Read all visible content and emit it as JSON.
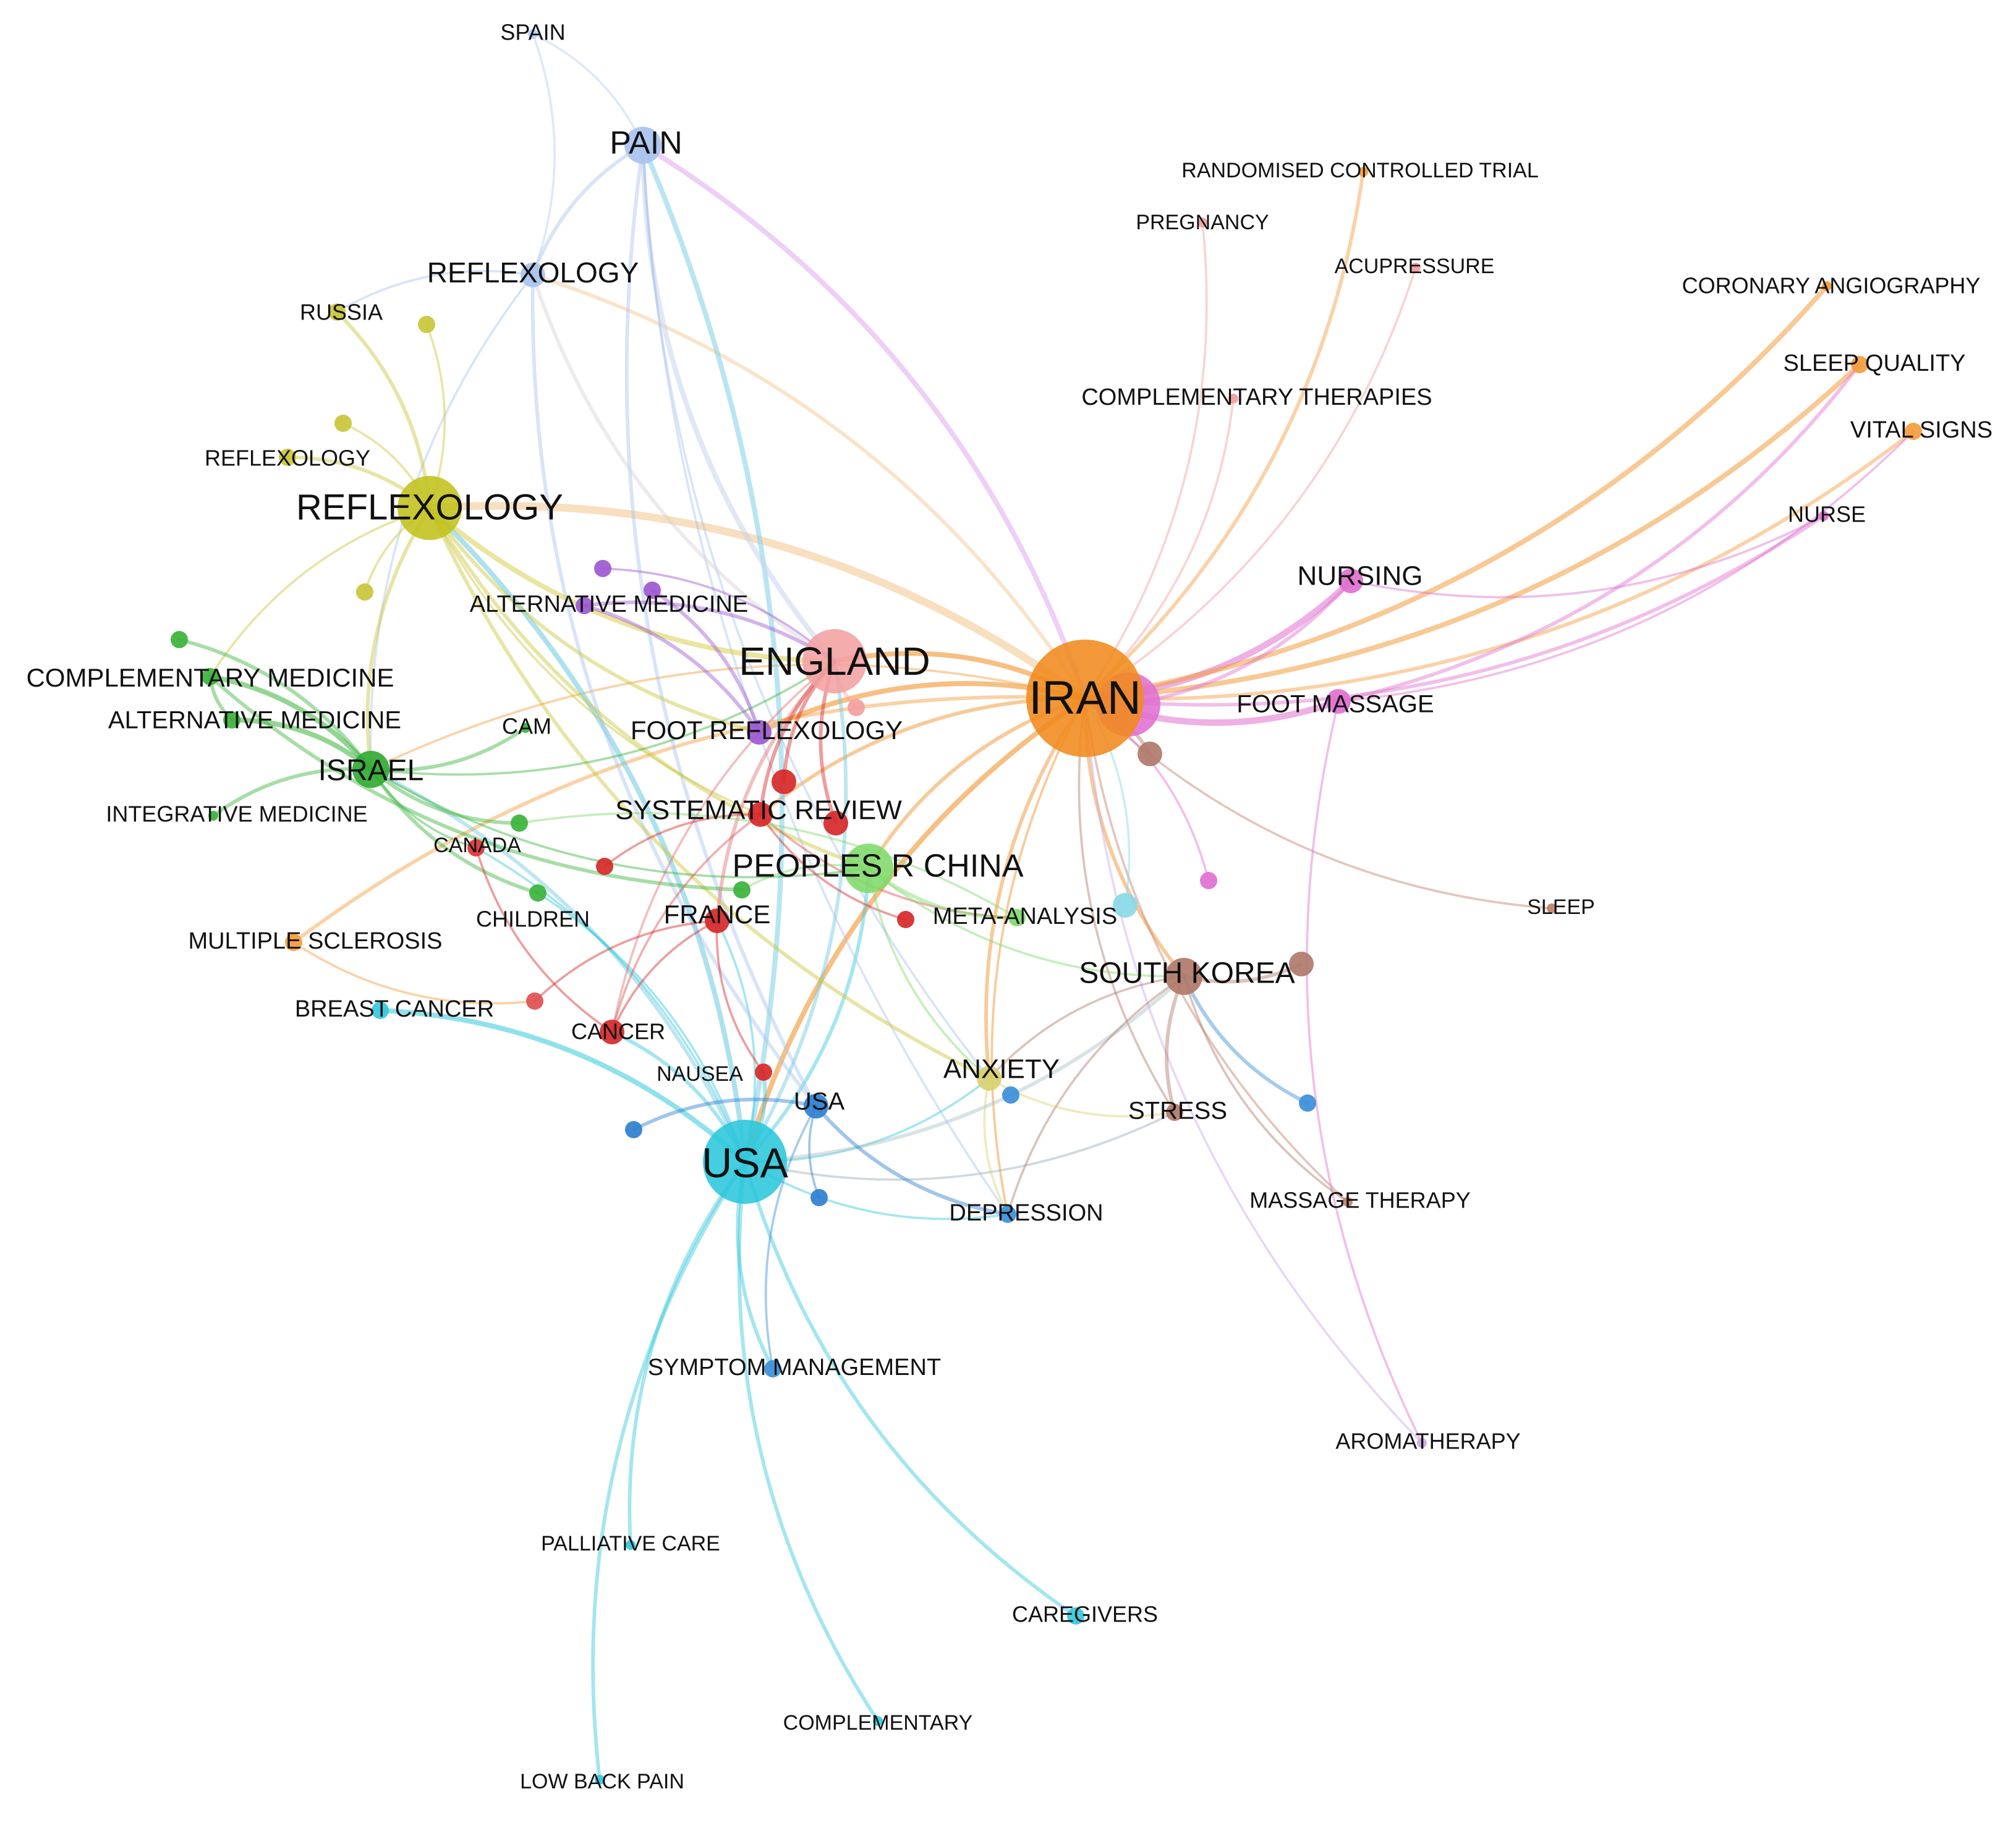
{
  "graph": {
    "nodes": [
      {
        "id": "spain",
        "label": "SPAIN",
        "color": "#b8cdf0",
        "size": 0
      },
      {
        "id": "pain",
        "label": "PAIN",
        "color": "#a9c3ee",
        "size": 3
      },
      {
        "id": "reflexology_blue",
        "label": "REFLEXOLOGY",
        "color": "#a9c3ee",
        "size": 2
      },
      {
        "id": "russia",
        "label": "RUSSIA",
        "color": "#c9c63a",
        "size": 1
      },
      {
        "id": "reflexology_small",
        "label": "REFLEXOLOGY",
        "color": "#c9c63a",
        "size": 1
      },
      {
        "id": "reflexology_big",
        "label": "REFLEXOLOGY",
        "color": "#c2c21c",
        "size": 5
      },
      {
        "id": "alt_med_purple",
        "label": "ALTERNATIVE MEDICINE",
        "color": "#9b59d0",
        "size": 1
      },
      {
        "id": "complementary_medicine",
        "label": "COMPLEMENTARY MEDICINE",
        "color": "#3bb33b",
        "size": 1
      },
      {
        "id": "alternative_medicine_green",
        "label": "ALTERNATIVE MEDICINE",
        "color": "#3bb33b",
        "size": 1
      },
      {
        "id": "cam",
        "label": "CAM",
        "color": "#3bb33b",
        "size": 0
      },
      {
        "id": "israel",
        "label": "ISRAEL",
        "color": "#33aa33",
        "size": 3
      },
      {
        "id": "integrative_medicine",
        "label": "INTEGRATIVE MEDICINE",
        "color": "#3bb33b",
        "size": 0
      },
      {
        "id": "canada",
        "label": "CANADA",
        "color": "#dd3333",
        "size": 1
      },
      {
        "id": "children",
        "label": "CHILDREN",
        "color": "#3bb33b",
        "size": 1
      },
      {
        "id": "multiple_sclerosis",
        "label": "MULTIPLE SCLEROSIS",
        "color": "#f39c3c",
        "size": 1
      },
      {
        "id": "breast_cancer",
        "label": "BREAST CANCER",
        "color": "#35c8dc",
        "size": 1
      },
      {
        "id": "england",
        "label": "ENGLAND",
        "color": "#f2a0a0",
        "size": 5
      },
      {
        "id": "foot_reflexology",
        "label": "FOOT REFLEXOLOGY",
        "color": "#9b59d0",
        "size": 2
      },
      {
        "id": "systematic_review",
        "label": "SYSTEMATIC REVIEW",
        "color": "#d62828",
        "size": 2
      },
      {
        "id": "peoples_r_china",
        "label": "PEOPLES R CHINA",
        "color": "#7fd96a",
        "size": 4
      },
      {
        "id": "france",
        "label": "FRANCE",
        "color": "#d62828",
        "size": 2
      },
      {
        "id": "cancer",
        "label": "CANCER",
        "color": "#d62828",
        "size": 2
      },
      {
        "id": "nausea",
        "label": "NAUSEA",
        "color": "#d62828",
        "size": 1
      },
      {
        "id": "usa_small",
        "label": "USA",
        "color": "#2f7fd0",
        "size": 2
      },
      {
        "id": "usa_big",
        "label": "USA",
        "color": "#2bc6dc",
        "size": 6
      },
      {
        "id": "meta_analysis",
        "label": "META-ANALYSIS",
        "color": "#7fd96a",
        "size": 1
      },
      {
        "id": "anxiety",
        "label": "ANXIETY",
        "color": "#d8d070",
        "size": 2
      },
      {
        "id": "depression",
        "label": "DEPRESSION",
        "color": "#3a8fd8",
        "size": 1
      },
      {
        "id": "symptom_management",
        "label": "SYMPTOM MANAGEMENT",
        "color": "#3a8fd8",
        "size": 1
      },
      {
        "id": "palliative_care",
        "label": "PALLIATIVE CARE",
        "color": "#35c8dc",
        "size": 0
      },
      {
        "id": "caregivers",
        "label": "CAREGIVERS",
        "color": "#35c8dc",
        "size": 1
      },
      {
        "id": "complementary",
        "label": "COMPLEMENTARY",
        "color": "#35c8dc",
        "size": 0
      },
      {
        "id": "low_back_pain",
        "label": "LOW BACK PAIN",
        "color": "#35c8dc",
        "size": 0
      },
      {
        "id": "iran",
        "label": "IRAN",
        "color": "#f08a1c",
        "size": 7
      },
      {
        "id": "nursing",
        "label": "NURSING",
        "color": "#e070d0",
        "size": 2
      },
      {
        "id": "foot_massage",
        "label": "FOOT MASSAGE",
        "color": "#e070d0",
        "size": 2
      },
      {
        "id": "south_korea",
        "label": "SOUTH KOREA",
        "color": "#b07a6a",
        "size": 3
      },
      {
        "id": "stress",
        "label": "STRESS",
        "color": "#b07a6a",
        "size": 1
      },
      {
        "id": "massage_therapy",
        "label": "MASSAGE THERAPY",
        "color": "#c0806a",
        "size": 0
      },
      {
        "id": "aromatherapy",
        "label": "AROMATHERAPY",
        "color": "#c9a8e8",
        "size": 0
      },
      {
        "id": "sleep",
        "label": "SLEEP",
        "color": "#c0806a",
        "size": 0
      },
      {
        "id": "nurse",
        "label": "NURSE",
        "color": "#e070d0",
        "size": 0
      },
      {
        "id": "vital_signs",
        "label": "VITAL SIGNS",
        "color": "#f39c3c",
        "size": 1
      },
      {
        "id": "sleep_quality",
        "label": "SLEEP QUALITY",
        "color": "#f39c3c",
        "size": 1
      },
      {
        "id": "coronary_angiography",
        "label": "CORONARY ANGIOGRAPHY",
        "color": "#f39c3c",
        "size": 0
      },
      {
        "id": "complementary_therapies",
        "label": "COMPLEMENTARY THERAPIES",
        "color": "#f0a0a0",
        "size": 0
      },
      {
        "id": "acupressure",
        "label": "ACUPRESSURE",
        "color": "#f0a0a0",
        "size": 0
      },
      {
        "id": "pregnancy",
        "label": "PREGNANCY",
        "color": "#f0a0a0",
        "size": 0
      },
      {
        "id": "randomised_controlled_trial",
        "label": "RANDOMISED CONTROLLED TRIAL",
        "color": "#f39c3c",
        "size": 0
      },
      {
        "id": "purple_a",
        "label": "",
        "color": "#9b59d0",
        "size": 1
      },
      {
        "id": "purple_b",
        "label": "",
        "color": "#9b59d0",
        "size": 1
      },
      {
        "id": "yellow_a",
        "label": "",
        "color": "#c9c63a",
        "size": 1
      },
      {
        "id": "yellow_b",
        "label": "",
        "color": "#c9c63a",
        "size": 1
      },
      {
        "id": "yellow_c",
        "label": "",
        "color": "#c9c63a",
        "size": 1
      },
      {
        "id": "green_a",
        "label": "",
        "color": "#3bb33b",
        "size": 1
      },
      {
        "id": "green_b",
        "label": "",
        "color": "#3bb33b",
        "size": 1
      },
      {
        "id": "green_c",
        "label": "",
        "color": "#3bb33b",
        "size": 1
      },
      {
        "id": "red_a",
        "label": "",
        "color": "#d62828",
        "size": 2
      },
      {
        "id": "red_b",
        "label": "",
        "color": "#d62828",
        "size": 2
      },
      {
        "id": "red_c",
        "label": "",
        "color": "#d62828",
        "size": 1
      },
      {
        "id": "red_d",
        "label": "",
        "color": "#d62828",
        "size": 1
      },
      {
        "id": "red_e",
        "label": "",
        "color": "#e05050",
        "size": 1
      },
      {
        "id": "blue_a",
        "label": "",
        "color": "#2f7fd0",
        "size": 1
      },
      {
        "id": "blue_b",
        "label": "",
        "color": "#2f7fd0",
        "size": 1
      },
      {
        "id": "blue_c",
        "label": "",
        "color": "#3a8fd8",
        "size": 1
      },
      {
        "id": "blue_d",
        "label": "",
        "color": "#3a8fd8",
        "size": 1
      },
      {
        "id": "brown_a",
        "label": "",
        "color": "#b07a6a",
        "size": 2
      },
      {
        "id": "brown_b",
        "label": "",
        "color": "#b07a6a",
        "size": 2
      },
      {
        "id": "pink_a",
        "label": "",
        "color": "#e070d0",
        "size": 1
      },
      {
        "id": "cyan_a",
        "label": "",
        "color": "#8ad8e6",
        "size": 2
      },
      {
        "id": "peach_a",
        "label": "",
        "color": "#f2a0a0",
        "size": 1
      },
      {
        "id": "magenta_iran",
        "label": "",
        "color": "#e070d0",
        "size": 5
      }
    ],
    "edges": [
      [
        "iran",
        "england",
        "#f08a1c",
        3
      ],
      [
        "iran",
        "reflexology_big",
        "#f2c48a",
        5
      ],
      [
        "iran",
        "usa_big",
        "#f08a1c",
        3
      ],
      [
        "iran",
        "nursing",
        "#e070d0",
        4
      ],
      [
        "iran",
        "foot_massage",
        "#e070d0",
        4
      ],
      [
        "iran",
        "sleep_quality",
        "#f39c3c",
        3
      ],
      [
        "iran",
        "coronary_angiography",
        "#f39c3c",
        3
      ],
      [
        "iran",
        "vital_signs",
        "#f39c3c",
        2
      ],
      [
        "iran",
        "randomised_controlled_trial",
        "#f39c3c",
        2
      ],
      [
        "iran",
        "acupressure",
        "#f0a0a0",
        1
      ],
      [
        "iran",
        "pregnancy",
        "#f0a0a0",
        1
      ],
      [
        "iran",
        "complementary_therapies",
        "#f0a0a0",
        1
      ],
      [
        "iran",
        "pain",
        "#e0a8f0",
        3
      ],
      [
        "iran",
        "south_korea",
        "#f08a1c",
        2
      ],
      [
        "iran",
        "sleep",
        "#c0806a",
        1
      ],
      [
        "iran",
        "massage_therapy",
        "#c0806a",
        1
      ],
      [
        "iran",
        "anxiety",
        "#f08a1c",
        2
      ],
      [
        "iran",
        "peoples_r_china",
        "#f08a1c",
        2
      ],
      [
        "iran",
        "multiple_sclerosis",
        "#f39c3c",
        2
      ],
      [
        "iran",
        "foot_reflexology",
        "#f08a1c",
        3
      ],
      [
        "iran",
        "systematic_review",
        "#f08a1c",
        2
      ],
      [
        "iran",
        "stress",
        "#b07a6a",
        1
      ],
      [
        "iran",
        "aromatherapy",
        "#c9a8e8",
        1
      ],
      [
        "iran",
        "nurse",
        "#e070d0",
        2
      ],
      [
        "iran",
        "depression",
        "#f08a1c",
        1
      ],
      [
        "iran",
        "israel",
        "#f39c3c",
        1
      ],
      [
        "iran",
        "reflexology_blue",
        "#f2c48a",
        2
      ],
      [
        "nursing",
        "nurse",
        "#e070d0",
        1
      ],
      [
        "foot_massage",
        "sleep_quality",
        "#e070d0",
        2
      ],
      [
        "foot_massage",
        "vital_signs",
        "#e070d0",
        1
      ],
      [
        "foot_massage",
        "aromatherapy",
        "#e070d0",
        1
      ],
      [
        "usa_big",
        "symptom_management",
        "#35c8dc",
        2
      ],
      [
        "usa_big",
        "palliative_care",
        "#35c8dc",
        2
      ],
      [
        "usa_big",
        "caregivers",
        "#35c8dc",
        2
      ],
      [
        "usa_big",
        "complementary",
        "#35c8dc",
        2
      ],
      [
        "usa_big",
        "low_back_pain",
        "#35c8dc",
        2
      ],
      [
        "usa_big",
        "breast_cancer",
        "#35c8dc",
        3
      ],
      [
        "usa_big",
        "pain",
        "#7fd0e8",
        3
      ],
      [
        "usa_big",
        "reflexology_big",
        "#6ac8e0",
        3
      ],
      [
        "usa_big",
        "israel",
        "#6ac8e0",
        2
      ],
      [
        "usa_big",
        "england",
        "#6ac8e0",
        2
      ],
      [
        "usa_big",
        "cancer",
        "#35c8dc",
        2
      ],
      [
        "usa_big",
        "nausea",
        "#35c8dc",
        2
      ],
      [
        "usa_big",
        "depression",
        "#35c8dc",
        1
      ],
      [
        "usa_big",
        "anxiety",
        "#35c8dc",
        1
      ],
      [
        "usa_big",
        "south_korea",
        "#a8c0c8",
        2
      ],
      [
        "usa_big",
        "peoples_r_china",
        "#35c8dc",
        2
      ],
      [
        "usa_big",
        "france",
        "#35c8dc",
        1
      ],
      [
        "usa_big",
        "children",
        "#35c8dc",
        1
      ],
      [
        "usa_big",
        "canada",
        "#35c8dc",
        1
      ],
      [
        "usa_big",
        "stress",
        "#9ab",
        1
      ],
      [
        "pain",
        "spain",
        "#b8cdf0",
        1
      ],
      [
        "pain",
        "reflexology_blue",
        "#a9c3ee",
        2
      ],
      [
        "pain",
        "england",
        "#c8d4ec",
        3
      ],
      [
        "pain",
        "usa_small",
        "#a9c3ee",
        2
      ],
      [
        "pain",
        "anxiety",
        "#a9c3ee",
        1
      ],
      [
        "pain",
        "depression",
        "#a9c3ee",
        1
      ],
      [
        "reflexology_blue",
        "spain",
        "#b8cdf0",
        1
      ],
      [
        "reflexology_blue",
        "england",
        "#d8d0d8",
        2
      ],
      [
        "reflexology_blue",
        "usa_small",
        "#a9c3ee",
        2
      ],
      [
        "reflexology_blue",
        "israel",
        "#a9c3ee",
        1
      ],
      [
        "reflexology_blue",
        "russia",
        "#a9c3ee",
        1
      ],
      [
        "reflexology_big",
        "russia",
        "#c9c63a",
        2
      ],
      [
        "reflexology_big",
        "reflexology_small",
        "#c9c63a",
        2
      ],
      [
        "reflexology_big",
        "yellow_a",
        "#c9c63a",
        1
      ],
      [
        "reflexology_big",
        "yellow_b",
        "#c9c63a",
        1
      ],
      [
        "reflexology_big",
        "yellow_c",
        "#c9c63a",
        1
      ],
      [
        "reflexology_big",
        "england",
        "#d8d050",
        3
      ],
      [
        "reflexology_big",
        "israel",
        "#c9c63a",
        2
      ],
      [
        "reflexology_big",
        "complementary_medicine",
        "#c9c63a",
        1
      ],
      [
        "reflexology_big",
        "foot_reflexology",
        "#c9c63a",
        2
      ],
      [
        "reflexology_big",
        "peoples_r_china",
        "#c9c63a",
        2
      ],
      [
        "reflexology_big",
        "anxiety",
        "#c9c63a",
        2
      ],
      [
        "reflexology_big",
        "systematic_review",
        "#c9c63a",
        1
      ],
      [
        "israel",
        "complementary_medicine",
        "#3bb33b",
        3
      ],
      [
        "israel",
        "alternative_medicine_green",
        "#3bb33b",
        3
      ],
      [
        "israel",
        "integrative_medicine",
        "#3bb33b",
        2
      ],
      [
        "israel",
        "cam",
        "#3bb33b",
        2
      ],
      [
        "israel",
        "green_a",
        "#3bb33b",
        2
      ],
      [
        "israel",
        "children",
        "#3bb33b",
        2
      ],
      [
        "israel",
        "green_b",
        "#3bb33b",
        2
      ],
      [
        "israel",
        "peoples_r_china",
        "#3bb33b",
        1
      ],
      [
        "israel",
        "canada",
        "#3bb33b",
        1
      ],
      [
        "israel",
        "england",
        "#3bb33b",
        1
      ],
      [
        "complementary_medicine",
        "green_c",
        "#3bb33b",
        2
      ],
      [
        "complementary_medicine",
        "alternative_medicine_green",
        "#3bb33b",
        2
      ],
      [
        "england",
        "systematic_review",
        "#d62828",
        2
      ],
      [
        "england",
        "red_a",
        "#d62828",
        2
      ],
      [
        "england",
        "red_b",
        "#d62828",
        2
      ],
      [
        "england",
        "france",
        "#e07070",
        2
      ],
      [
        "england",
        "cancer",
        "#e07070",
        1
      ],
      [
        "england",
        "peach_a",
        "#f2a0a0",
        2
      ],
      [
        "england",
        "alt_med_purple",
        "#9b59d0",
        2
      ],
      [
        "england",
        "purple_a",
        "#9b59d0",
        1
      ],
      [
        "foot_reflexology",
        "purple_b",
        "#9b59d0",
        2
      ],
      [
        "foot_reflexology",
        "alt_med_purple",
        "#9b59d0",
        2
      ],
      [
        "systematic_review",
        "red_c",
        "#d62828",
        1
      ],
      [
        "systematic_review",
        "red_d",
        "#d62828",
        1
      ],
      [
        "systematic_review",
        "meta_analysis",
        "#e05050",
        1
      ],
      [
        "systematic_review",
        "cancer",
        "#e05050",
        1
      ],
      [
        "peoples_r_china",
        "meta_analysis",
        "#7fd96a",
        2
      ],
      [
        "peoples_r_china",
        "anxiety",
        "#7fd96a",
        1
      ],
      [
        "peoples_r_china",
        "green_c",
        "#7fd96a",
        1
      ],
      [
        "peoples_r_china",
        "south_korea",
        "#7fd96a",
        1
      ],
      [
        "france",
        "cancer",
        "#d62828",
        1
      ],
      [
        "france",
        "nausea",
        "#d62828",
        1
      ],
      [
        "france",
        "red_e",
        "#d62828",
        1
      ],
      [
        "canada",
        "cancer",
        "#d62828",
        1
      ],
      [
        "south_korea",
        "stress",
        "#b07a6a",
        2
      ],
      [
        "south_korea",
        "brown_b",
        "#b07a6a",
        2
      ],
      [
        "south_korea",
        "massage_therapy",
        "#b07a6a",
        1
      ],
      [
        "south_korea",
        "blue_d",
        "#3a8fd8",
        2
      ],
      [
        "south_korea",
        "anxiety",
        "#b07a6a",
        1
      ],
      [
        "south_korea",
        "depression",
        "#b07a6a",
        1
      ],
      [
        "usa_small",
        "depression",
        "#2f7fd0",
        2
      ],
      [
        "usa_small",
        "blue_a",
        "#2f7fd0",
        2
      ],
      [
        "usa_small",
        "blue_b",
        "#2f7fd0",
        1
      ],
      [
        "usa_small",
        "symptom_management",
        "#3a8fd8",
        1
      ],
      [
        "anxiety",
        "depression",
        "#d8d070",
        1
      ],
      [
        "anxiety",
        "stress",
        "#d8d070",
        1
      ],
      [
        "meta_analysis",
        "green_b",
        "#7fd96a",
        1
      ],
      [
        "multiple_sclerosis",
        "red_e",
        "#f39c3c",
        1
      ],
      [
        "cyan_a",
        "iran",
        "#8ad8e6",
        1
      ],
      [
        "pink_a",
        "iran",
        "#e070d0",
        1
      ],
      [
        "brown_a",
        "iran",
        "#b07a6a",
        2
      ],
      [
        "magenta_iran",
        "nursing",
        "#e070d0",
        2
      ]
    ]
  }
}
